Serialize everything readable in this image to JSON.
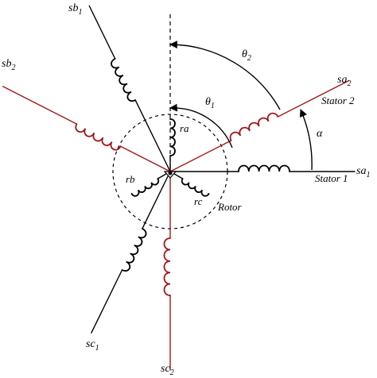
{
  "colors": {
    "stator_1": "#000000",
    "stator_2": "#a0161a",
    "rotor": "#000000"
  },
  "windings": {
    "sa1": {
      "name": "sa",
      "sub": "1"
    },
    "sb1": {
      "name": "sb",
      "sub": "1"
    },
    "sc1": {
      "name": "sc",
      "sub": "1"
    },
    "sa2": {
      "name": "sa",
      "sub": "2"
    },
    "sb2": {
      "name": "sb",
      "sub": "2"
    },
    "sc2": {
      "name": "sc",
      "sub": "2"
    }
  },
  "rotor_windings": {
    "ra": "ra",
    "rb": "rb",
    "rc": "rc"
  },
  "labels": {
    "stator_1": "Stator 1",
    "stator_2": "Stator 2",
    "rotor": "Rotor"
  },
  "angles": {
    "theta1": {
      "name": "θ",
      "sub": "1"
    },
    "theta2": {
      "name": "θ",
      "sub": "2"
    },
    "alpha": "α"
  }
}
